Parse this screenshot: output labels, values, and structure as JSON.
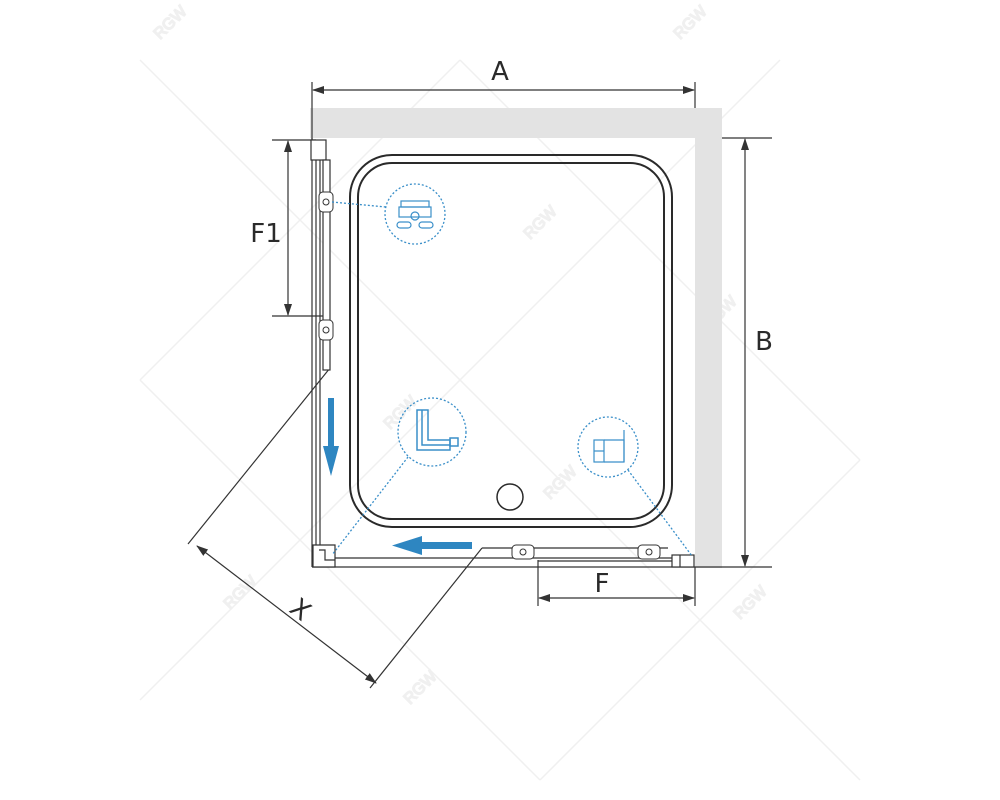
{
  "diagram": {
    "title": "Shower enclosure top-view dimension drawing",
    "dimensions": {
      "width_label": "A",
      "depth_label": "B",
      "door_opening_front_label": "F",
      "door_opening_side_label": "F1",
      "diagonal_label": "X"
    },
    "watermark": "RGW",
    "colors": {
      "line": "#333333",
      "wall": "#e3e3e3",
      "arrow": "#2e86c1",
      "detail": "#3a8fc9"
    }
  }
}
